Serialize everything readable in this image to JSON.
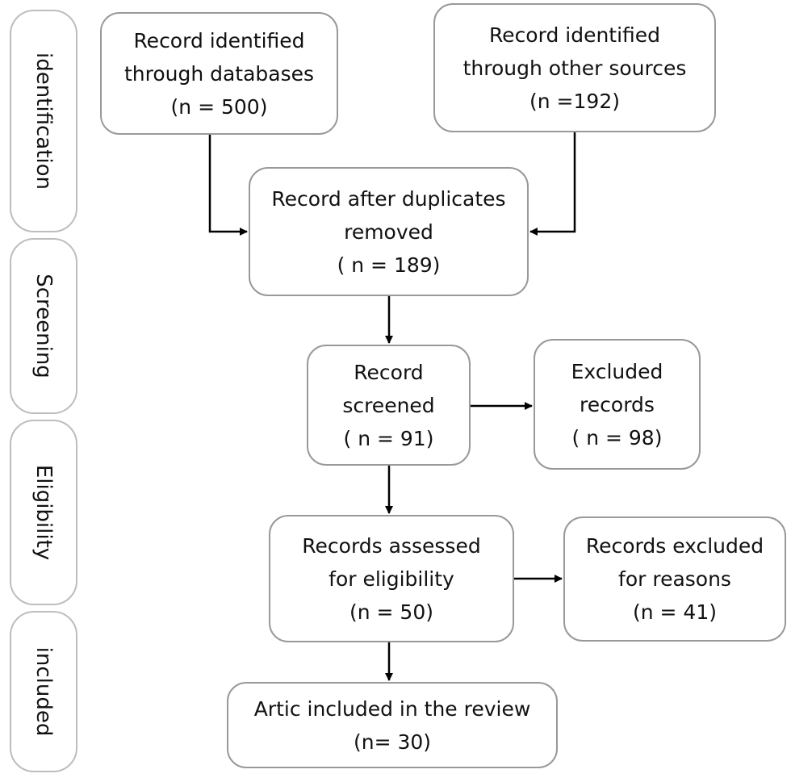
{
  "phases": {
    "identification": "identification",
    "screening": "Screening",
    "eligibility": "Eligibility",
    "included": "included"
  },
  "boxes": {
    "databases": {
      "line1": "Record identified",
      "line2": "through databases",
      "count": "(n = 500)"
    },
    "other_sources": {
      "line1": "Record identified",
      "line2": "through other sources",
      "count": "(n =192)"
    },
    "after_duplicates": {
      "line1": "Record after duplicates",
      "line2": "removed",
      "count": "( n = 189)"
    },
    "screened": {
      "line1": "Record",
      "line2": "screened",
      "count": "( n = 91)"
    },
    "excluded_records": {
      "line1": "Excluded",
      "line2": "records",
      "count": "( n = 98)"
    },
    "assessed": {
      "line1": "Records assessed",
      "line2": "for eligibility",
      "count": "(n = 50)"
    },
    "excluded_reasons": {
      "line1": "Records excluded",
      "line2": "for reasons",
      "count": "(n = 41)"
    },
    "included_review": {
      "line1": "Artic included in the review",
      "count": "(n= 30)"
    }
  },
  "colors": {
    "box_border": "#999999",
    "phase_border": "#bdbdbd",
    "arrow": "#000000"
  }
}
